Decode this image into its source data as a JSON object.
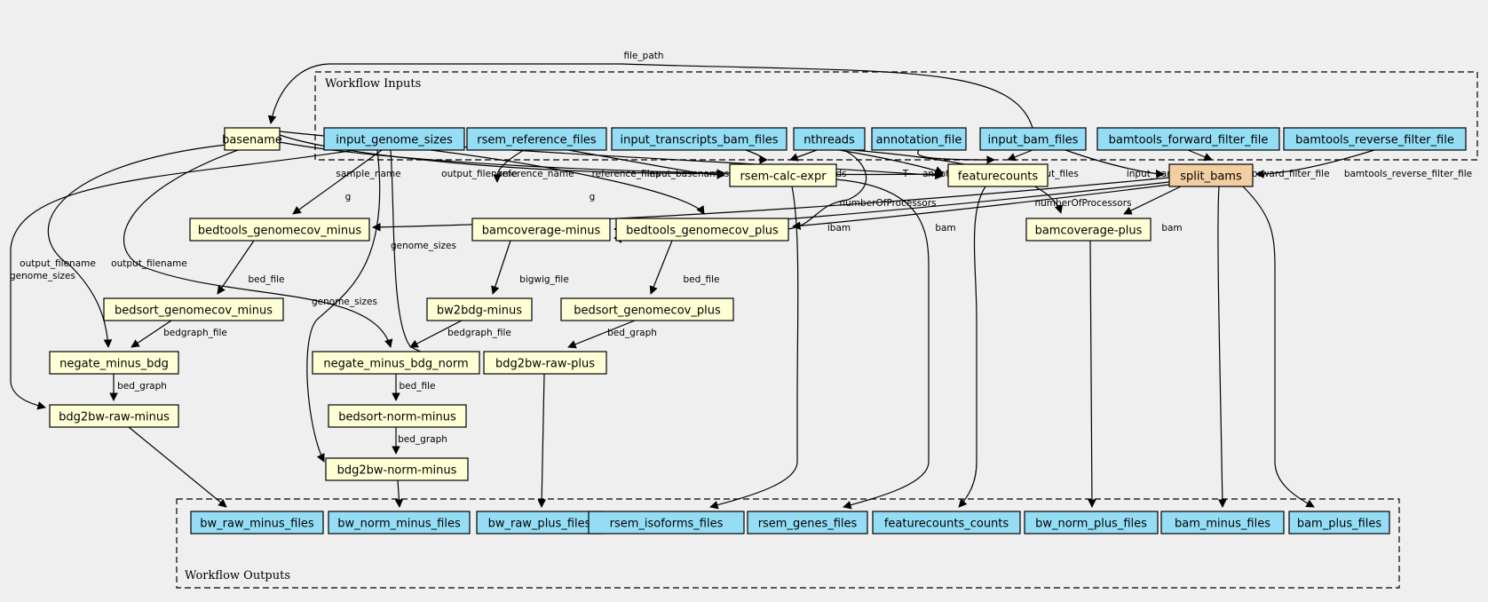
{
  "clusters": {
    "inputs": "Workflow Inputs",
    "outputs": "Workflow Outputs"
  },
  "nodes": [
    {
      "id": "basename",
      "label": "basename",
      "kind": "step"
    },
    {
      "id": "input_genome_sizes",
      "label": "input_genome_sizes",
      "kind": "input"
    },
    {
      "id": "rsem_reference_files",
      "label": "rsem_reference_files",
      "kind": "input"
    },
    {
      "id": "input_transcripts_bam_files",
      "label": "input_transcripts_bam_files",
      "kind": "input"
    },
    {
      "id": "nthreads",
      "label": "nthreads",
      "kind": "input"
    },
    {
      "id": "annotation_file",
      "label": "annotation_file",
      "kind": "input"
    },
    {
      "id": "input_bam_files",
      "label": "input_bam_files",
      "kind": "input"
    },
    {
      "id": "bamtools_forward_filter_file",
      "label": "bamtools_forward_filter_file",
      "kind": "input"
    },
    {
      "id": "bamtools_reverse_filter_file",
      "label": "bamtools_reverse_filter_file",
      "kind": "input"
    },
    {
      "id": "rsem_calc_expr",
      "label": "rsem-calc-expr",
      "kind": "step"
    },
    {
      "id": "featurecounts",
      "label": "featurecounts",
      "kind": "step"
    },
    {
      "id": "split_bams",
      "label": "split_bams",
      "kind": "split"
    },
    {
      "id": "bedtools_genomecov_minus",
      "label": "bedtools_genomecov_minus",
      "kind": "step"
    },
    {
      "id": "bamcoverage_minus",
      "label": "bamcoverage-minus",
      "kind": "step"
    },
    {
      "id": "bedtools_genomecov_plus",
      "label": "bedtools_genomecov_plus",
      "kind": "step"
    },
    {
      "id": "bamcoverage_plus",
      "label": "bamcoverage-plus",
      "kind": "step"
    },
    {
      "id": "bedsort_genomecov_minus",
      "label": "bedsort_genomecov_minus",
      "kind": "step"
    },
    {
      "id": "bw2bdg_minus",
      "label": "bw2bdg-minus",
      "kind": "step"
    },
    {
      "id": "bedsort_genomecov_plus",
      "label": "bedsort_genomecov_plus",
      "kind": "step"
    },
    {
      "id": "negate_minus_bdg",
      "label": "negate_minus_bdg",
      "kind": "step"
    },
    {
      "id": "negate_minus_bdg_norm",
      "label": "negate_minus_bdg_norm",
      "kind": "step"
    },
    {
      "id": "bdg2bw_raw_plus",
      "label": "bdg2bw-raw-plus",
      "kind": "step"
    },
    {
      "id": "bdg2bw_raw_minus",
      "label": "bdg2bw-raw-minus",
      "kind": "step"
    },
    {
      "id": "bedsort_norm_minus",
      "label": "bedsort-norm-minus",
      "kind": "step"
    },
    {
      "id": "bdg2bw_norm_minus",
      "label": "bdg2bw-norm-minus",
      "kind": "step"
    },
    {
      "id": "bw_raw_minus_files",
      "label": "bw_raw_minus_files",
      "kind": "input"
    },
    {
      "id": "bw_norm_minus_files",
      "label": "bw_norm_minus_files",
      "kind": "input"
    },
    {
      "id": "bw_raw_plus_files",
      "label": "bw_raw_plus_files",
      "kind": "input"
    },
    {
      "id": "rsem_isoforms_files",
      "label": "rsem_isoforms_files",
      "kind": "input"
    },
    {
      "id": "rsem_genes_files",
      "label": "rsem_genes_files",
      "kind": "input"
    },
    {
      "id": "featurecounts_counts",
      "label": "featurecounts_counts",
      "kind": "input"
    },
    {
      "id": "bw_norm_plus_files",
      "label": "bw_norm_plus_files",
      "kind": "input"
    },
    {
      "id": "bam_minus_files",
      "label": "bam_minus_files",
      "kind": "input"
    },
    {
      "id": "bam_plus_files",
      "label": "bam_plus_files",
      "kind": "input"
    }
  ],
  "edges": [
    {
      "from": "input_bam_files",
      "to": "basename",
      "label": "file_path"
    },
    {
      "from": "basename",
      "to": "rsem_calc_expr",
      "label": "sample_name"
    },
    {
      "from": "basename",
      "to": "featurecounts",
      "label": "output_filename"
    },
    {
      "from": "basename",
      "to": "negate_minus_bdg",
      "label": "output_filename"
    },
    {
      "from": "basename",
      "to": "negate_minus_bdg_norm",
      "label": "output_filename"
    },
    {
      "from": "input_genome_sizes",
      "to": "bdg2bw_raw_minus",
      "label": "genome_sizes"
    },
    {
      "from": "input_genome_sizes",
      "to": "bedtools_genomecov_minus",
      "label": "g"
    },
    {
      "from": "input_genome_sizes",
      "to": "bdg2bw_raw_plus",
      "label": "genome_sizes"
    },
    {
      "from": "input_genome_sizes",
      "to": "bdg2bw_norm_minus",
      "label": "genome_sizes"
    },
    {
      "from": "input_genome_sizes",
      "to": "bedtools_genomecov_plus",
      "label": "g"
    },
    {
      "from": "rsem_reference_files",
      "to": "rsem_calc_expr",
      "label": "reference_name"
    },
    {
      "from": "rsem_reference_files",
      "to": "rsem_calc_expr",
      "label": "reference_files"
    },
    {
      "from": "input_transcripts_bam_files",
      "to": "rsem_calc_expr",
      "label": "bam"
    },
    {
      "from": "nthreads",
      "to": "rsem_calc_expr",
      "label": "num-threads"
    },
    {
      "from": "nthreads",
      "to": "featurecounts",
      "label": "T"
    },
    {
      "from": "nthreads",
      "to": "bamcoverage_minus",
      "label": "numberOfProcessors"
    },
    {
      "from": "nthreads",
      "to": "bamcoverage_plus",
      "label": "numberOfProcessors"
    },
    {
      "from": "annotation_file",
      "to": "featurecounts",
      "label": "annotation_file"
    },
    {
      "from": "input_bam_files",
      "to": "featurecounts",
      "label": "input_files"
    },
    {
      "from": "input_bam_files",
      "to": "split_bams",
      "label": "input_bam_files"
    },
    {
      "from": "bamtools_forward_filter_file",
      "to": "split_bams",
      "label": "bamtools_forward_filter_file"
    },
    {
      "from": "bamtools_reverse_filter_file",
      "to": "split_bams",
      "label": "bamtools_reverse_filter_file"
    },
    {
      "from": "basename",
      "to": "featurecounts",
      "label": "input_basenames"
    },
    {
      "from": "split_bams",
      "to": "bedtools_genomecov_minus",
      "label": "ibam"
    },
    {
      "from": "split_bams",
      "to": "bamcoverage_minus",
      "label": "bam"
    },
    {
      "from": "split_bams",
      "to": "bedtools_genomecov_plus",
      "label": "ibam"
    },
    {
      "from": "split_bams",
      "to": "bamcoverage_plus",
      "label": "bam"
    },
    {
      "from": "split_bams",
      "to": "bam_minus_files",
      "label": ""
    },
    {
      "from": "split_bams",
      "to": "bam_plus_files",
      "label": ""
    },
    {
      "from": "bedtools_genomecov_minus",
      "to": "bedsort_genomecov_minus",
      "label": "bed_file"
    },
    {
      "from": "bamcoverage_minus",
      "to": "bw2bdg_minus",
      "label": "bigwig_file"
    },
    {
      "from": "bedtools_genomecov_plus",
      "to": "bedsort_genomecov_plus",
      "label": "bed_file"
    },
    {
      "from": "bedsort_genomecov_minus",
      "to": "negate_minus_bdg",
      "label": "bedgraph_file"
    },
    {
      "from": "bw2bdg_minus",
      "to": "negate_minus_bdg_norm",
      "label": "bedgraph_file"
    },
    {
      "from": "bedsort_genomecov_plus",
      "to": "bdg2bw_raw_plus",
      "label": "bed_graph"
    },
    {
      "from": "negate_minus_bdg",
      "to": "bdg2bw_raw_minus",
      "label": "bed_graph"
    },
    {
      "from": "negate_minus_bdg_norm",
      "to": "bedsort_norm_minus",
      "label": "bed_file"
    },
    {
      "from": "bedsort_norm_minus",
      "to": "bdg2bw_norm_minus",
      "label": "bed_graph"
    },
    {
      "from": "bdg2bw_raw_minus",
      "to": "bw_raw_minus_files",
      "label": ""
    },
    {
      "from": "bdg2bw_norm_minus",
      "to": "bw_norm_minus_files",
      "label": ""
    },
    {
      "from": "bdg2bw_raw_plus",
      "to": "bw_raw_plus_files",
      "label": ""
    },
    {
      "from": "rsem_calc_expr",
      "to": "rsem_isoforms_files",
      "label": ""
    },
    {
      "from": "rsem_calc_expr",
      "to": "rsem_genes_files",
      "label": ""
    },
    {
      "from": "featurecounts",
      "to": "featurecounts_counts",
      "label": ""
    },
    {
      "from": "bamcoverage_plus",
      "to": "bw_norm_plus_files",
      "label": ""
    }
  ]
}
